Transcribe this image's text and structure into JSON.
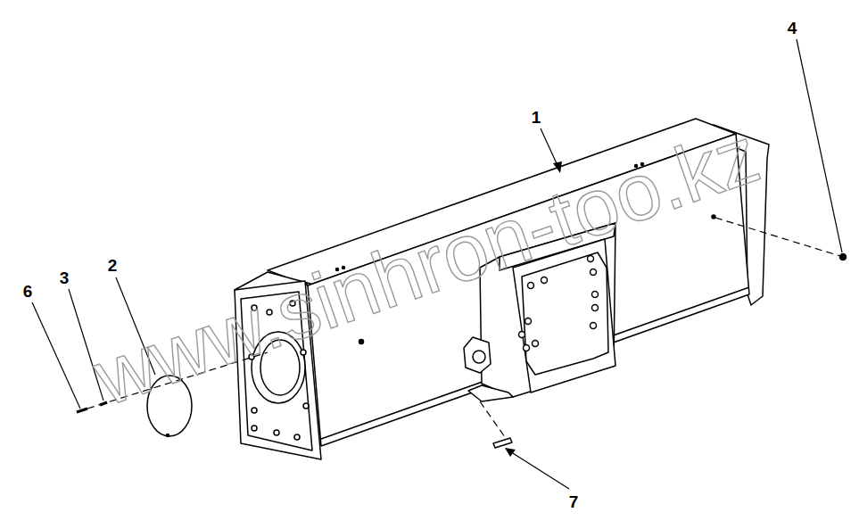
{
  "diagram": {
    "labels": [
      "1",
      "2",
      "3",
      "4",
      "6",
      "7",
      "www.sinhron-too.kz"
    ]
  }
}
